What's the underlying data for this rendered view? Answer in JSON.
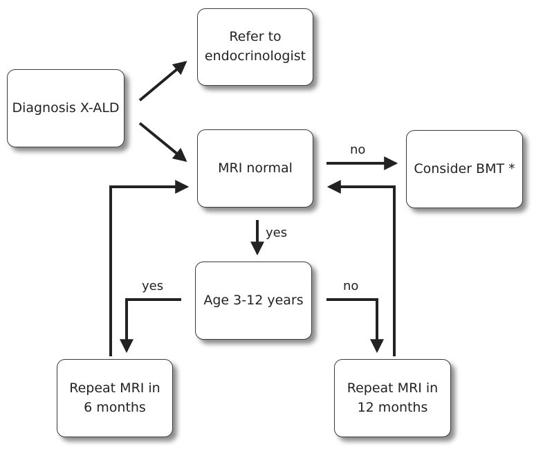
{
  "nodes": {
    "diagnosis": {
      "label": "Diagnosis X-ALD"
    },
    "endocrinologist": {
      "line1": "Refer to",
      "line2": "endocrinologist"
    },
    "mri_normal": {
      "label": "MRI normal"
    },
    "bmt": {
      "label": "Consider BMT *"
    },
    "age": {
      "label": "Age 3-12 years"
    },
    "repeat_6": {
      "line1": "Repeat MRI in",
      "line2": "6 months"
    },
    "repeat_12": {
      "line1": "Repeat MRI in",
      "line2": "12 months"
    }
  },
  "edge_labels": {
    "mri_no": "no",
    "mri_yes": "yes",
    "age_yes": "yes",
    "age_no": "no"
  },
  "colors": {
    "line": "#222222",
    "border": "#3a3a3a",
    "shadow": "#777777"
  }
}
